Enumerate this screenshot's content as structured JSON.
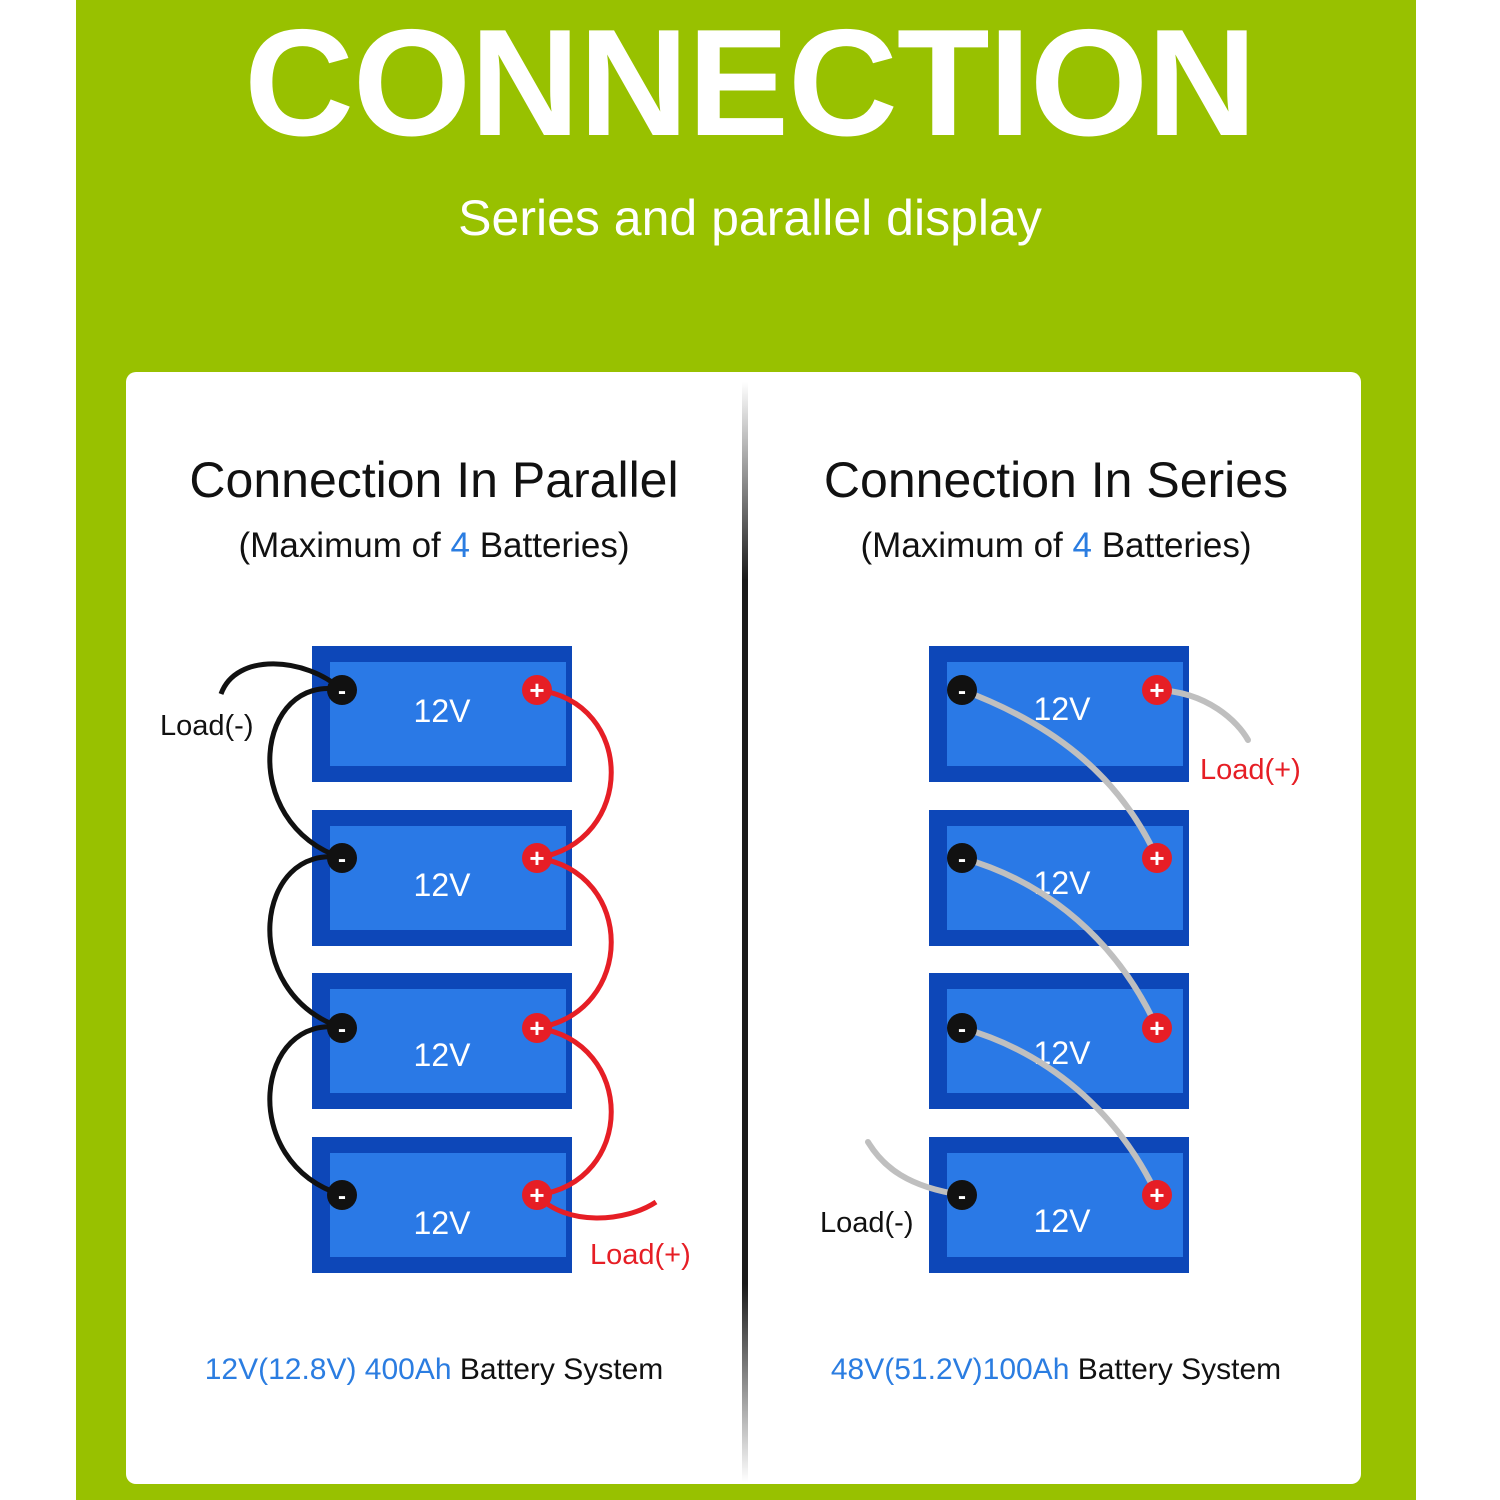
{
  "header": {
    "title": "CONNECTION",
    "subtitle": "Series and parallel display"
  },
  "parallel": {
    "title": "Connection In Parallel",
    "sub_prefix": "(Maximum of ",
    "sub_count": "4",
    "sub_suffix": " Batteries)",
    "battery_labels": [
      "12V",
      "12V",
      "12V",
      "12V"
    ],
    "load_negative": "Load(-)",
    "load_positive": "Load(+)",
    "footer_spec": "12V(12.8V) 400Ah",
    "footer_suffix": " Battery System"
  },
  "series": {
    "title": "Connection In Series",
    "sub_prefix": "(Maximum of ",
    "sub_count": "4",
    "sub_suffix": " Batteries)",
    "battery_labels": [
      "12V",
      "12V",
      "12V",
      "12V"
    ],
    "load_negative": "Load(-)",
    "load_positive": "Load(+)",
    "footer_spec": "48V(51.2V)100Ah",
    "footer_suffix": " Battery System"
  },
  "terminals": {
    "negative_symbol": "-",
    "positive_symbol": "+"
  },
  "colors": {
    "background_green": "#98c100",
    "battery_blue": "#2a79e6",
    "battery_dark_blue": "#0d47b8",
    "highlight_blue": "#2b7de1",
    "positive_red": "#e61e25",
    "negative_black": "#111111",
    "series_cable_gray": "#bfbfbf"
  }
}
